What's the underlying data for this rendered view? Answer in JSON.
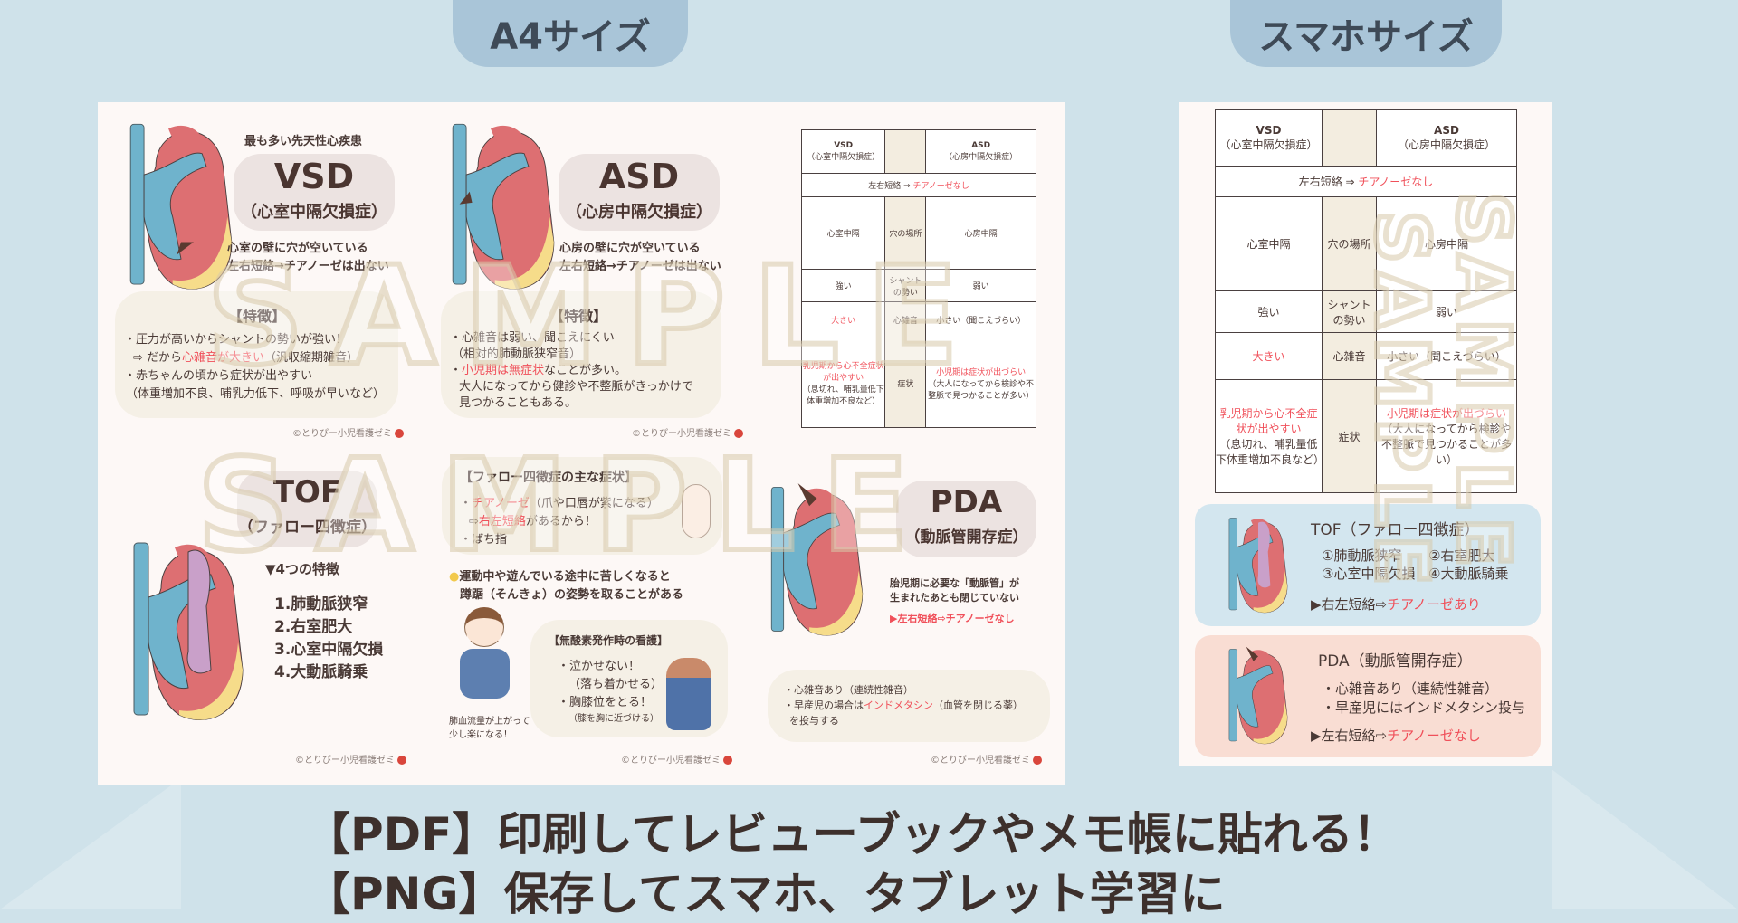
{
  "headers": {
    "a4": "A4サイズ",
    "phone": "スマホサイズ"
  },
  "watermark": "SAMPLE",
  "credit": "©とりぴー小児看護ゼミ",
  "a4": {
    "vsd": {
      "note": "最も多い先天性心疾患",
      "title": "VSD",
      "subtitle": "（心室中隔欠損症）",
      "desc": [
        "心室の壁に穴が空いている",
        "左右短絡→チアノーゼは出ない"
      ],
      "feature_title": "【特徴】",
      "features": [
        "・圧力が高いからシャントの勢いが強い！",
        "⇨ だから",
        "心雑音が大きい",
        "（汎収縮期雑音）",
        "・赤ちゃんの頃から症状が出やすい",
        "（体重増加不良、哺乳力低下、呼吸が早いなど）"
      ]
    },
    "asd": {
      "title": "ASD",
      "subtitle": "（心房中隔欠損症）",
      "desc": [
        "心房の壁に穴が空いている",
        "左右短絡→チアノーゼは出ない"
      ],
      "feature_title": "【特徴】",
      "features": [
        "・心雑音は弱い、聞こえにくい",
        "（相対的肺動脈狭窄音）",
        "・",
        "小児期は無症状",
        "なことが多い。",
        "大人になってから健診や不整脈がきっかけで",
        "見つかることもある。"
      ]
    },
    "tof": {
      "title": "TOF",
      "subtitle": "（ファロー四徴症）",
      "four_title": "▼4つの特徴",
      "four": [
        "1.肺動脈狭窄",
        "2.右室肥大",
        "3.心室中隔欠損",
        "4.大動脈騎乗"
      ],
      "sym_title": "【ファロー四徴症の主な症状】",
      "sym": [
        "・",
        "チアノーゼ",
        "（爪や口唇が紫になる）",
        "⇨",
        "右左短絡",
        "があるから！",
        "・ばち指"
      ],
      "tip": [
        "運動中や遊んでいる途中に苦しくなると",
        "蹲踞（そんきょ）の姿勢を取ることがある"
      ],
      "boy_caption": [
        "肺血流量が上がって",
        "少し楽になる！"
      ],
      "care_title": "【無酸素発作時の看護】",
      "care": [
        "・泣かせない！",
        "（落ち着かせる）",
        "・胸膝位をとる！",
        "（膝を胸に近づける）"
      ]
    },
    "pda": {
      "title": "PDA",
      "subtitle": "（動脈管開存症）",
      "desc": [
        "胎児期に必要な「動脈管」が",
        "生まれたあとも閉じていない"
      ],
      "shunt": "▶左右短絡⇨チアノーゼなし",
      "points": [
        "・心雑音あり（連続性雑音）",
        "・早産児の場合は",
        "インドメタシン",
        "（血管を閉じる薬）",
        "を投与する"
      ]
    },
    "table": {
      "vsd": [
        "VSD",
        "（心室中隔欠損症）"
      ],
      "asd": [
        "ASD",
        "（心房中隔欠損症）"
      ],
      "shunt_prefix": "左右短絡 ⇒ ",
      "shunt_red": "チアノーゼなし",
      "rows": [
        {
          "label": "穴の場所",
          "vsd": "心室中隔",
          "asd": "心房中隔"
        },
        {
          "label": "シャントの勢い",
          "vsd": "強い",
          "asd": "弱い"
        },
        {
          "label": "心雑音",
          "vsd": "大きい",
          "asd": "小さい（聞こえづらい）"
        },
        {
          "label": "症状",
          "vsd_red": "乳児期から心不全症状が出やすい",
          "vsd": "（息切れ、哺乳量低下体重増加不良など）",
          "asd_red": "小児期は症状が出づらい",
          "asd": "（大人になってから検診や不整脈で見つかることが多い）"
        }
      ]
    }
  },
  "phone": {
    "tof": {
      "title": "TOF（ファロー四徴症）",
      "items": [
        "①肺動脈狭窄",
        "②右室肥大",
        "③心室中隔欠損",
        "④大動脈騎乗"
      ],
      "shunt": "▶右左短絡⇨",
      "shunt_red": "チアノーゼあり"
    },
    "pda": {
      "title": "PDA（動脈管開存症）",
      "items": [
        "・心雑音あり（連続性雑音）",
        "・早産児にはインドメタシン投与"
      ],
      "shunt": "▶左右短絡⇨",
      "shunt_red": "チアノーゼなし"
    }
  },
  "bottom": [
    "【PDF】印刷してレビューブックやメモ帳に貼れる！",
    "【PNG】保存してスマホ、タブレット学習に"
  ],
  "colors": {
    "background": "#cfe2ea",
    "pill": "#a9c5d8",
    "accent_red": "#f0505a",
    "vein_blue": "#6fb3cc",
    "artery_red": "#dd6f72"
  }
}
